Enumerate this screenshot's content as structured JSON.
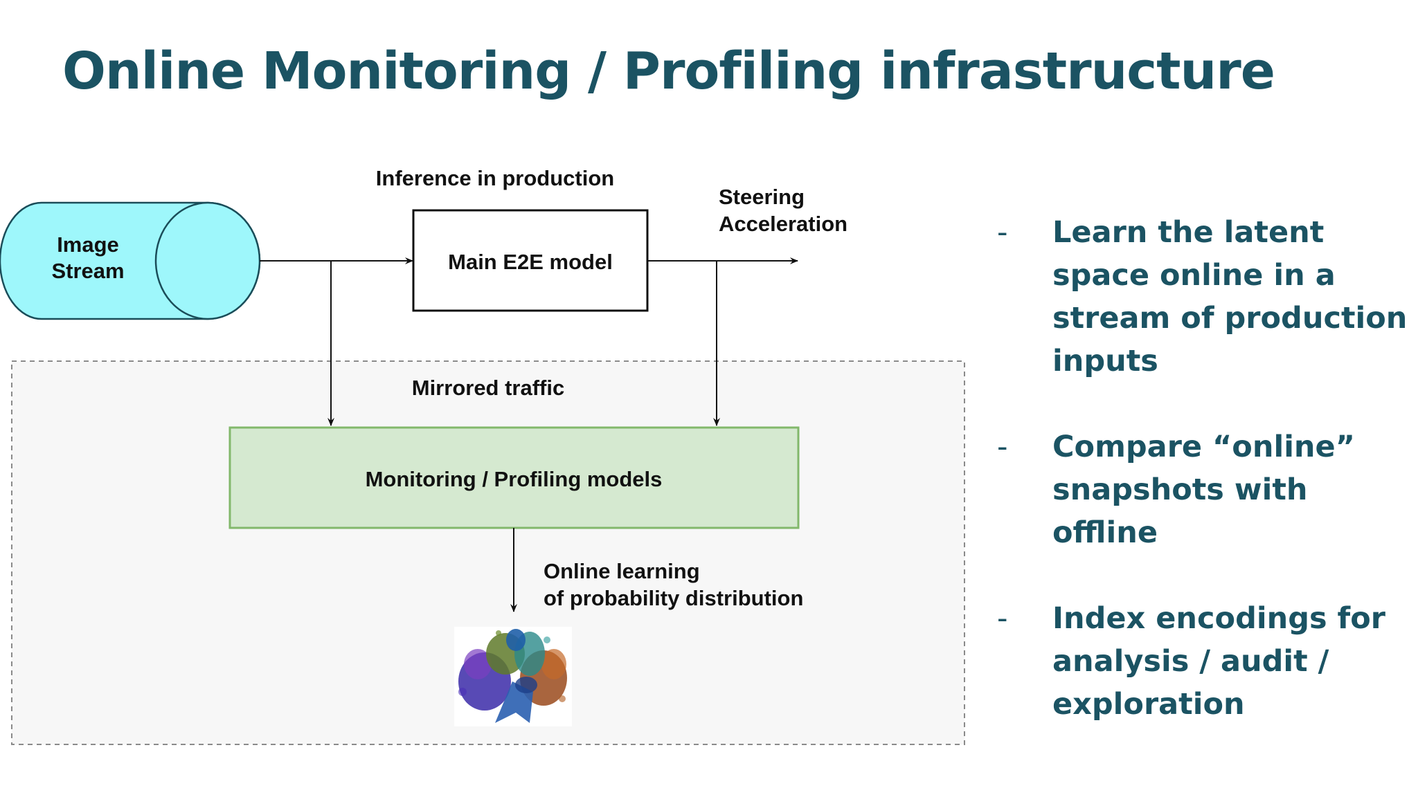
{
  "title": "Online Monitoring / Profiling infrastructure",
  "diagram": {
    "image_stream_line1": "Image",
    "image_stream_line2": "Stream",
    "inference_label": "Inference in production",
    "main_model_label": "Main E2E model",
    "output_line1": "Steering",
    "output_line2": "Acceleration",
    "mirrored_label": "Mirrored traffic",
    "monitoring_label": "Monitoring / Profiling models",
    "learning_line1": "Online learning",
    "learning_line2": "of probability distribution",
    "thumbnail_icon": "latent-space-scatter-image"
  },
  "bullets": [
    {
      "marker": "-",
      "text": "Learn the latent space online  in a stream of production inputs"
    },
    {
      "marker": "-",
      "text": "Compare “online” snapshots with offline"
    },
    {
      "marker": "-",
      "text": "Index encodings for analysis / audit / exploration"
    }
  ],
  "colors": {
    "title": "#1b5363",
    "bullet_text": "#1b5363",
    "stream_fill": "#9ef7fb",
    "stream_stroke": "#1a4d59",
    "monitoring_fill": "#d5e9d0",
    "monitoring_stroke": "#82b86b",
    "mirror_zone_fill": "#f7f7f7"
  }
}
